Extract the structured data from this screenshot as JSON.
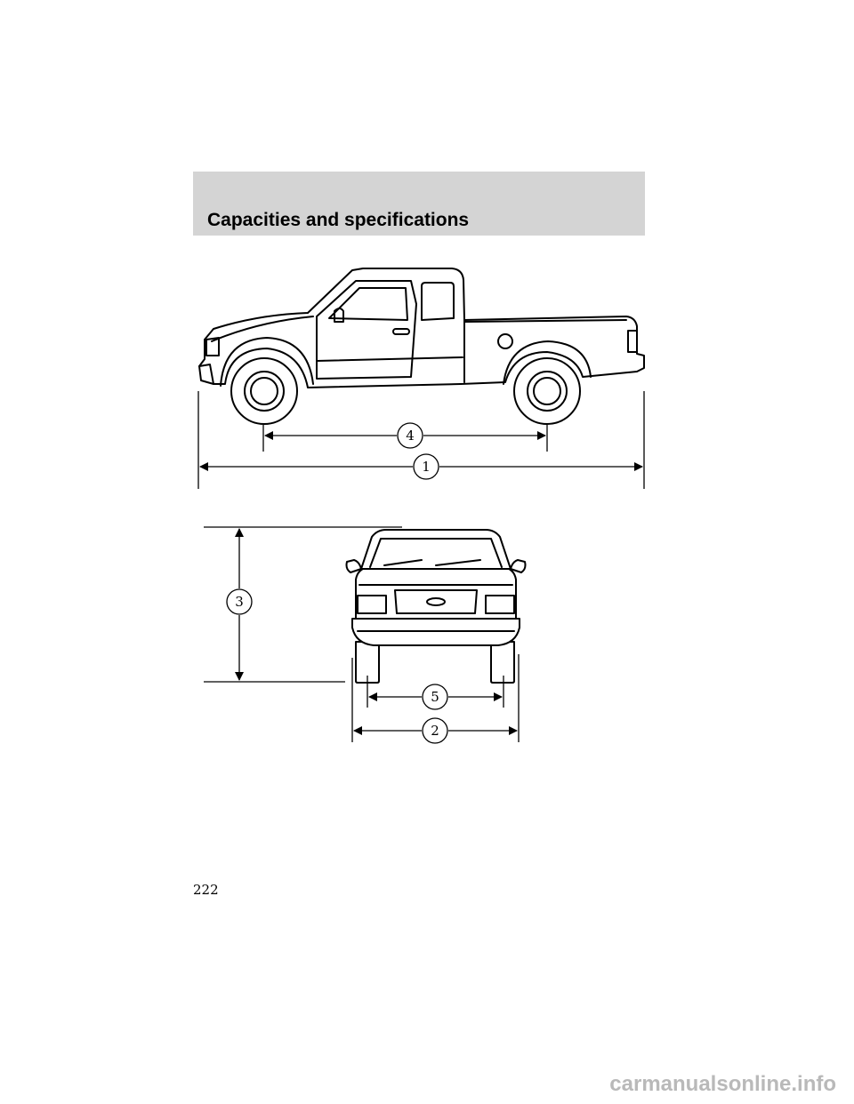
{
  "header": {
    "title": "Capacities and specifications"
  },
  "figure": {
    "side_view": {
      "callouts": [
        "4",
        "1"
      ]
    },
    "rear_view": {
      "callouts": [
        "3",
        "5",
        "2"
      ]
    }
  },
  "footer": {
    "page_number": "222"
  },
  "watermark": "carmanualsonline.info"
}
